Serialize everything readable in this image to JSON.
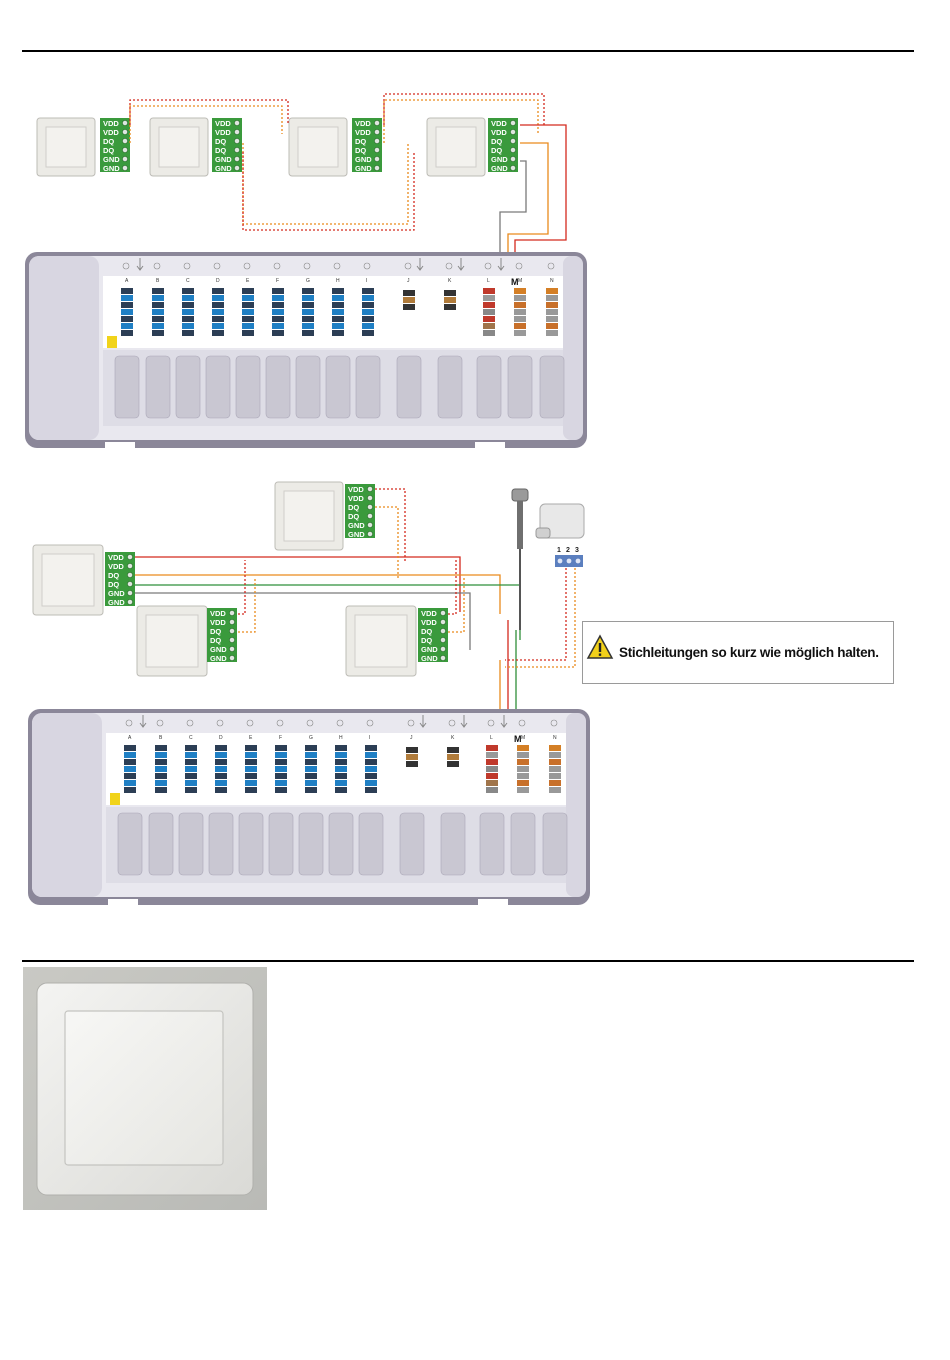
{
  "terminal_labels": [
    "VDD",
    "VDD",
    "DQ",
    "DQ",
    "GND",
    "GND"
  ],
  "zone_letters": [
    "A",
    "B",
    "C",
    "D",
    "E",
    "F",
    "G",
    "H",
    "I",
    "J",
    "K",
    "L",
    "M",
    "N"
  ],
  "m_label": "M",
  "sensor_pins": [
    "1",
    "2",
    "3"
  ],
  "warning": {
    "text": "Stichleitungen so kurz wie möglich halten.",
    "icon": "warning-triangle-icon"
  },
  "colors": {
    "wire_red": "#d42a1e",
    "wire_orange": "#e98a1c",
    "wire_green": "#2f8f3a",
    "wire_gray": "#7a7a7a",
    "terminal_green": "#3a9a3c",
    "housing": "#8b8799"
  }
}
